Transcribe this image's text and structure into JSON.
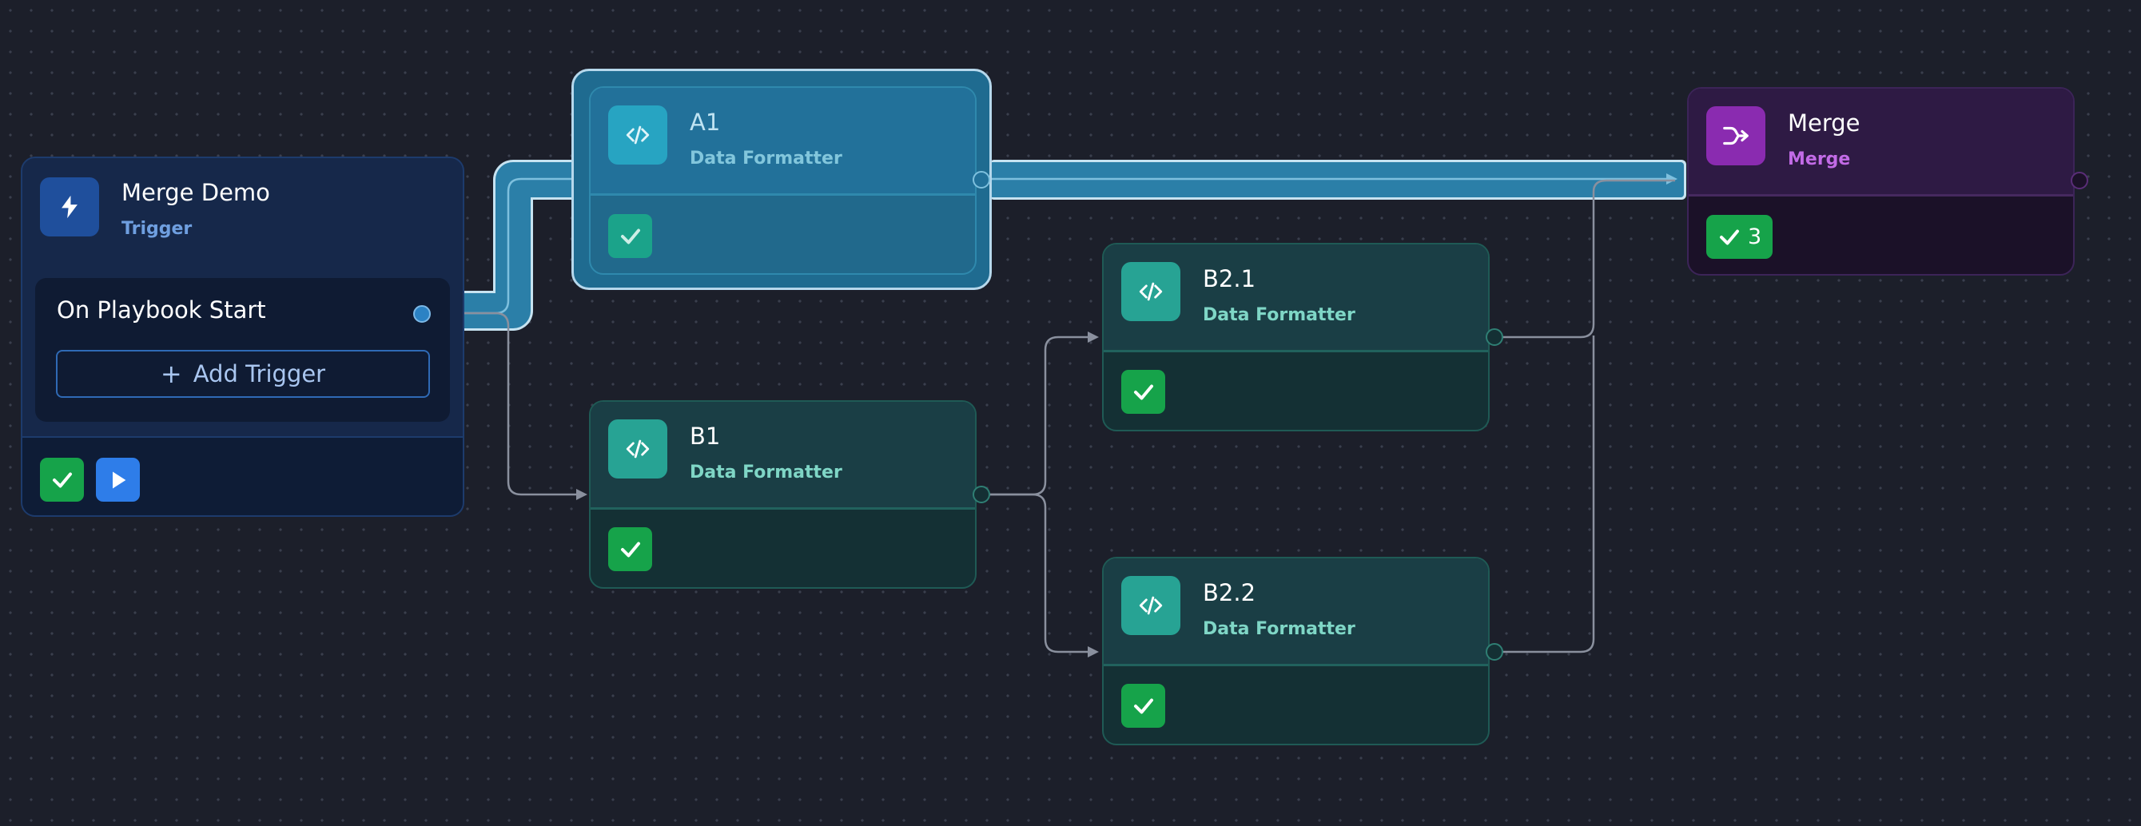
{
  "canvas": {
    "background": "#1c1f2a"
  },
  "trigger_node": {
    "title": "Merge Demo",
    "subtitle": "Trigger",
    "icon": "lightning-icon",
    "event_label": "On Playbook Start",
    "add_trigger_label": "Add Trigger",
    "status_icons": [
      "check-icon",
      "play-icon"
    ]
  },
  "nodes": {
    "a1": {
      "title": "A1",
      "subtitle": "Data Formatter",
      "icon": "code-icon",
      "status": "check-icon",
      "selected": true
    },
    "b1": {
      "title": "B1",
      "subtitle": "Data Formatter",
      "icon": "code-icon",
      "status": "check-icon"
    },
    "b21": {
      "title": "B2.1",
      "subtitle": "Data Formatter",
      "icon": "code-icon",
      "status": "check-icon"
    },
    "b22": {
      "title": "B2.2",
      "subtitle": "Data Formatter",
      "icon": "code-icon",
      "status": "check-icon"
    }
  },
  "merge_node": {
    "title": "Merge",
    "subtitle": "Merge",
    "icon": "merge-icon",
    "badge_count": "3"
  },
  "edges": [
    {
      "from": "trigger",
      "to": "a1"
    },
    {
      "from": "trigger",
      "to": "b1"
    },
    {
      "from": "b1",
      "to": "b21"
    },
    {
      "from": "b1",
      "to": "b22"
    },
    {
      "from": "a1",
      "to": "merge"
    },
    {
      "from": "b21",
      "to": "merge"
    },
    {
      "from": "b22",
      "to": "merge"
    }
  ],
  "colors": {
    "edge": "#8a909e",
    "highlight": "#3a8fb8",
    "trigger_accent": "#2563eb",
    "formatter_accent": "#27a394",
    "merge_accent": "#8a2bb0",
    "success": "#16a34a"
  }
}
